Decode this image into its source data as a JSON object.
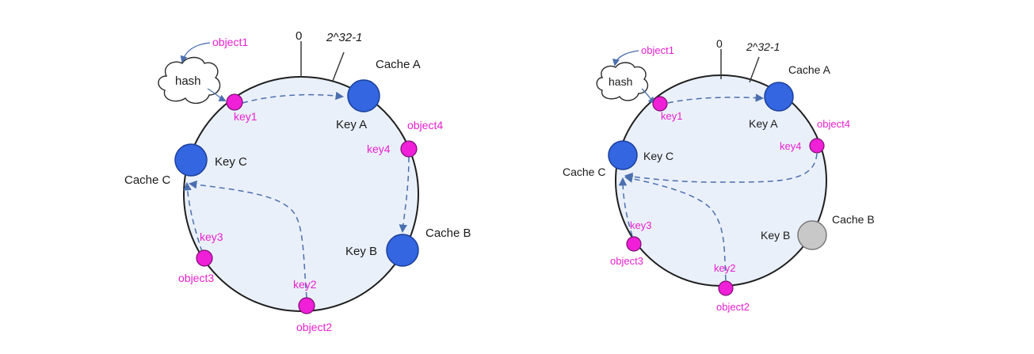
{
  "left": {
    "zero_label": "0",
    "max_label": "2^32-1",
    "hash_label": "hash",
    "cache_a": "Cache A",
    "cache_b": "Cache B",
    "cache_c": "Cache C",
    "key_a": "Key A",
    "key_b": "Key B",
    "key_c": "Key C",
    "object1": "object1",
    "object2": "object2",
    "object3": "object3",
    "object4": "object4",
    "key1": "key1",
    "key2": "key2",
    "key3": "key3",
    "key4": "key4"
  },
  "right": {
    "zero_label": "0",
    "max_label": "2^32-1",
    "hash_label": "hash",
    "cache_a": "Cache A",
    "cache_b": "Cache B",
    "cache_c": "Cache C",
    "key_a": "Key A",
    "key_b": "Key B",
    "key_c": "Key C",
    "object1": "object1",
    "object2": "object2",
    "object3": "object3",
    "object4": "object4",
    "key1": "key1",
    "key2": "key2",
    "key3": "key3",
    "key4": "key4"
  },
  "colors": {
    "ring_fill": "#eaf0fa",
    "cache_node": "#3366e0",
    "removed_cache_node": "#c8c8c8",
    "key_dot": "#f01fd8",
    "arrow": "#4b6fae"
  }
}
